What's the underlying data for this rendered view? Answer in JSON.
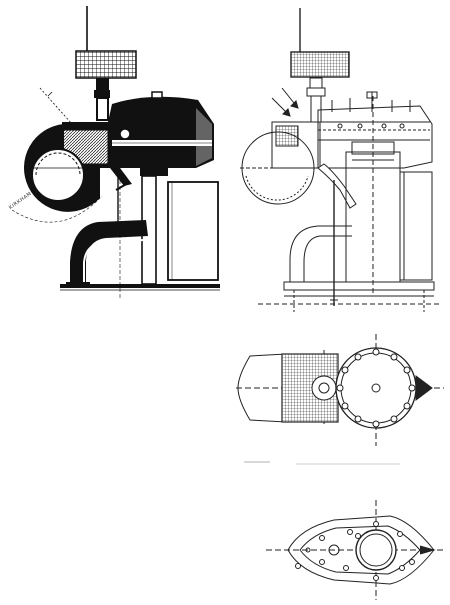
{
  "page": {
    "background": "#ffffff",
    "ink": "#111111",
    "grey_panel": "#f4f4f4"
  },
  "views": [
    {
      "id": "section-solid",
      "icon": "engine-section-silhouette"
    },
    {
      "id": "section-outline",
      "icon": "engine-section-outline"
    },
    {
      "id": "plan-view",
      "icon": "engine-plan-top"
    },
    {
      "id": "base-view",
      "icon": "engine-base-plate"
    }
  ],
  "stamp_text": "KIRKHAM"
}
